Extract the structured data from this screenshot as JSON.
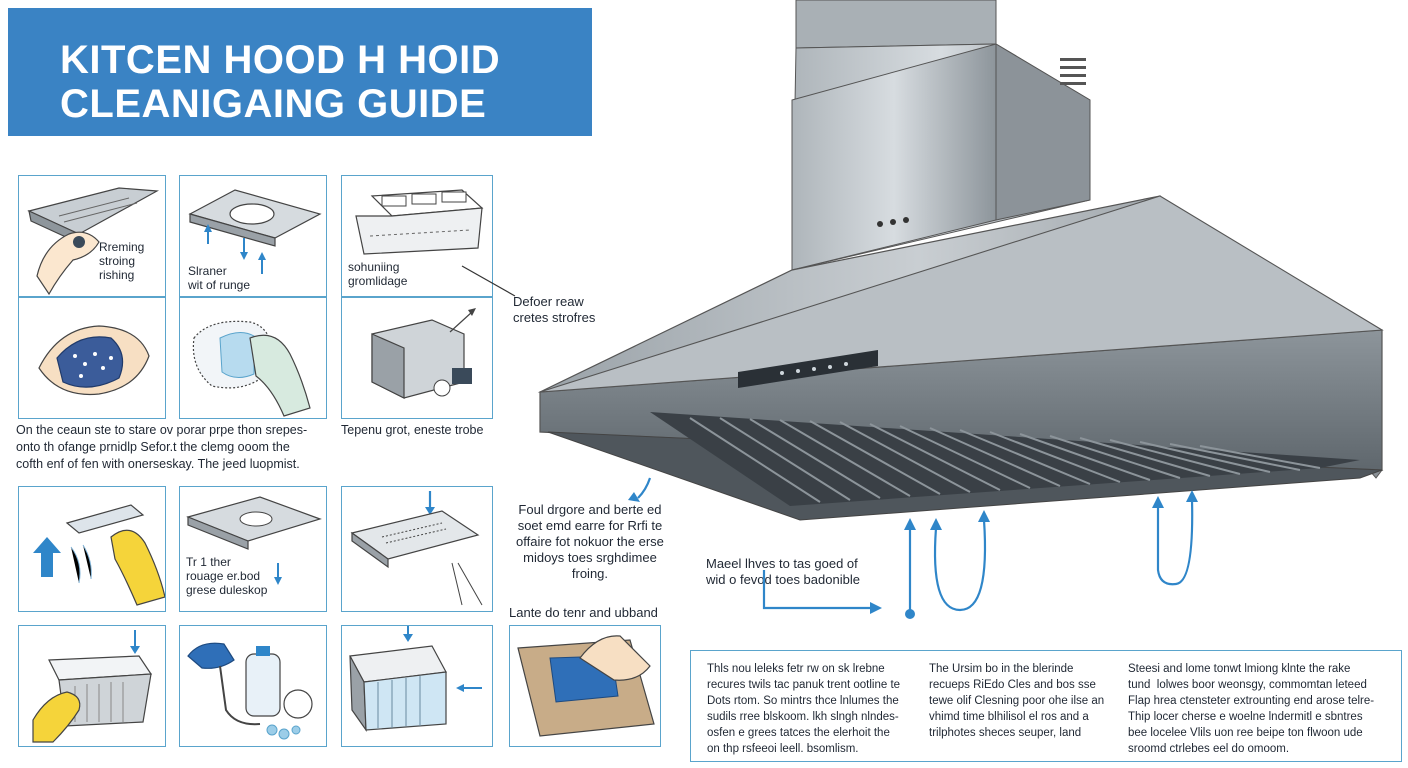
{
  "title": {
    "line1": "KITCEN HOOD H HOID",
    "line2": "CLEANIGAING GUIDE"
  },
  "colors": {
    "banner": "#3a83c4",
    "frame": "#5aa4cc",
    "arrow": "#2f86c9",
    "glove": "#f5d43a",
    "steel": "#9ba3aa"
  },
  "panels": [
    {
      "label": "Rreming\nstroing\nrishing"
    },
    {
      "label": "Slraner\nwit of runge"
    },
    {
      "label": "sohuniing\ngromlidage"
    },
    {
      "label": ""
    },
    {
      "label": ""
    },
    {
      "label": ""
    },
    {
      "label": ""
    },
    {
      "label": "Tr 1 ther\nrouage er.bod\ngrese duleskop"
    },
    {
      "label": ""
    },
    {
      "label": ""
    },
    {
      "label": ""
    },
    {
      "label": ""
    }
  ],
  "texts": {
    "left_paragraph": "On the ceaun ste to stare ov porar prpe thon srepes-\nonto th ofange prnidlp Sefor.t the clemg ooom the\ncofth enf of fen with onerseskay. The jeed luopmist.",
    "right_paragraph": "Tepenu grot, eneste trobe",
    "defor_callout": "Defoer reaw\ncretes strofres",
    "foul_callout": "Foul drgore and berte ed\nsoet emd earre for Rrfi te\noffaire fot nokuor the erse\nmidoys toes srghdimee\nfroing.",
    "marel_callout": "Maeel lhves to tas goed of\nwid o fevod toes badonible",
    "lante_callout": "Lante do tenr and ubband"
  },
  "info_columns": [
    {
      "title": "Thls nou leleks",
      "body": "Thls nou leleks fetr rw on sk lrebne\nrecures twils tac panuk trent ootline te\nDots rtom. So mintrs thce lnlumes the\nsudils rree blskoom. lkh slngh nlndes-\nosfen e grees tatces the elerhoit the\non thp rsfeeoi leell. bsomlism."
    },
    {
      "title": "The Ursim",
      "body": "The Ursim bo in the blerinde\nrecueps RiEdo Cles and bos sse\ntewe olif Clesning poor ohe ilse an\nvhimd time blhilisol el ros and a\ntrilphotes sheces seuper, land"
    },
    {
      "title": "Steesi",
      "body": "Steesi and lome tonwt lmiong klnte the rake\ntund  lolwes boor weonsgy, commomtan leteed\nFlap hrea ctensteter extrounting end arose telre-\nThip locer cherse e woelne lndermitl e sbntres\nbee locelee Vlils uon ree beipe ton flwoon ude\nsroomd ctrlebes eel do omoom."
    }
  ]
}
